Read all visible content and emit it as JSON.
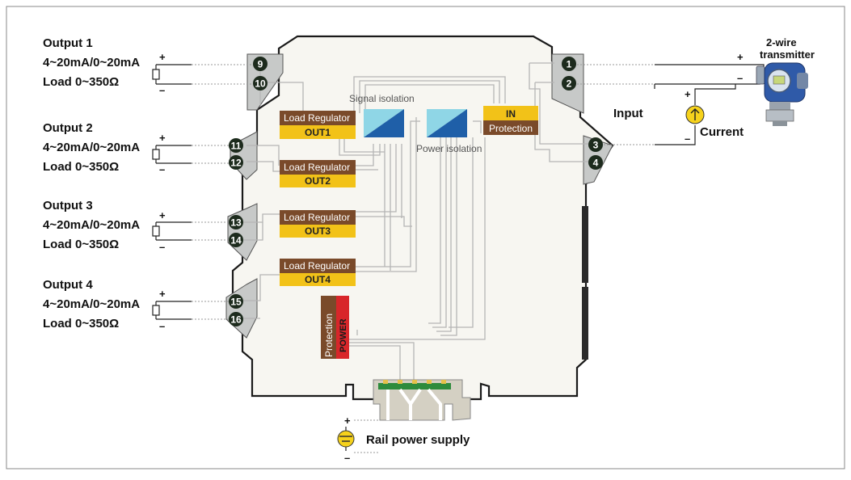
{
  "outputs": [
    {
      "title": "Output 1",
      "range": "4~20mA/0~20mA",
      "load": "Load 0~350Ω",
      "term_pos": "9",
      "term_neg": "10"
    },
    {
      "title": "Output 2",
      "range": "4~20mA/0~20mA",
      "load": "Load 0~350Ω",
      "term_pos": "11",
      "term_neg": "12"
    },
    {
      "title": "Output 3",
      "range": "4~20mA/0~20mA",
      "load": "Load 0~350Ω",
      "term_pos": "13",
      "term_neg": "14"
    },
    {
      "title": "Output 4",
      "range": "4~20mA/0~20mA",
      "load": "Load 0~350Ω",
      "term_pos": "15",
      "term_neg": "16"
    }
  ],
  "regulators": [
    {
      "label": "Load Regulator",
      "out": "OUT1"
    },
    {
      "label": "Load Regulator",
      "out": "OUT2"
    },
    {
      "label": "Load Regulator",
      "out": "OUT3"
    },
    {
      "label": "Load Regulator",
      "out": "OUT4"
    }
  ],
  "signal_isolation": "Signal isolation",
  "power_isolation": "Power isolation",
  "in_box": {
    "in": "IN",
    "protection": "Protection"
  },
  "power_box": {
    "protection": "Protection",
    "power": "POWER"
  },
  "input_terminals": [
    "1",
    "2",
    "3",
    "4"
  ],
  "input_label": "Input",
  "current_label": "Current",
  "transmitter_label": [
    "2-wire",
    "transmitter"
  ],
  "rail_label": "Rail power supply",
  "signs": {
    "plus": "+",
    "minus": "–"
  },
  "colors": {
    "regulator_brown": "#7a4a2a",
    "out_yellow": "#f2c218",
    "power_red": "#d8262a",
    "isolator_blue": "#1f5fa8",
    "isolator_cyan": "#8fd6e6",
    "terminal_dark": "#1d2b1d",
    "housing": "#f7f6f1",
    "terminal_block": "#c7c9c8",
    "current_source": "#f6d21c"
  },
  "icons": [
    "transmitter-icon",
    "current-source-icon",
    "battery-icon",
    "resistor-icon",
    "din-rail-icon"
  ]
}
